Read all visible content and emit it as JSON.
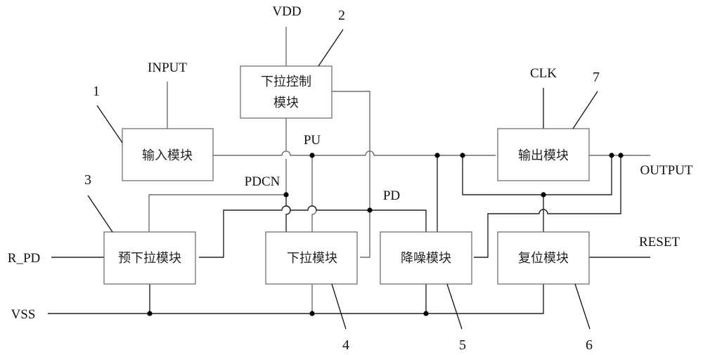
{
  "diagram": {
    "type": "circuit-block-diagram",
    "modules": [
      {
        "id": 1,
        "label": "输入模块",
        "ref": "1"
      },
      {
        "id": 2,
        "label_line1": "下拉控制",
        "label_line2": "模块",
        "ref": "2"
      },
      {
        "id": 3,
        "label": "预下拉模块",
        "ref": "3"
      },
      {
        "id": 4,
        "label": "下拉模块",
        "ref": "4"
      },
      {
        "id": 5,
        "label": "降噪模块",
        "ref": "5"
      },
      {
        "id": 6,
        "label": "复位模块",
        "ref": "6"
      },
      {
        "id": 7,
        "label": "输出模块",
        "ref": "7"
      }
    ],
    "signals": {
      "vdd": "VDD",
      "input": "INPUT",
      "clk": "CLK",
      "pu": "PU",
      "pdcn": "PDCN",
      "pd": "PD",
      "output": "OUTPUT",
      "r_pd": "R_PD",
      "reset": "RESET",
      "vss": "VSS"
    }
  }
}
